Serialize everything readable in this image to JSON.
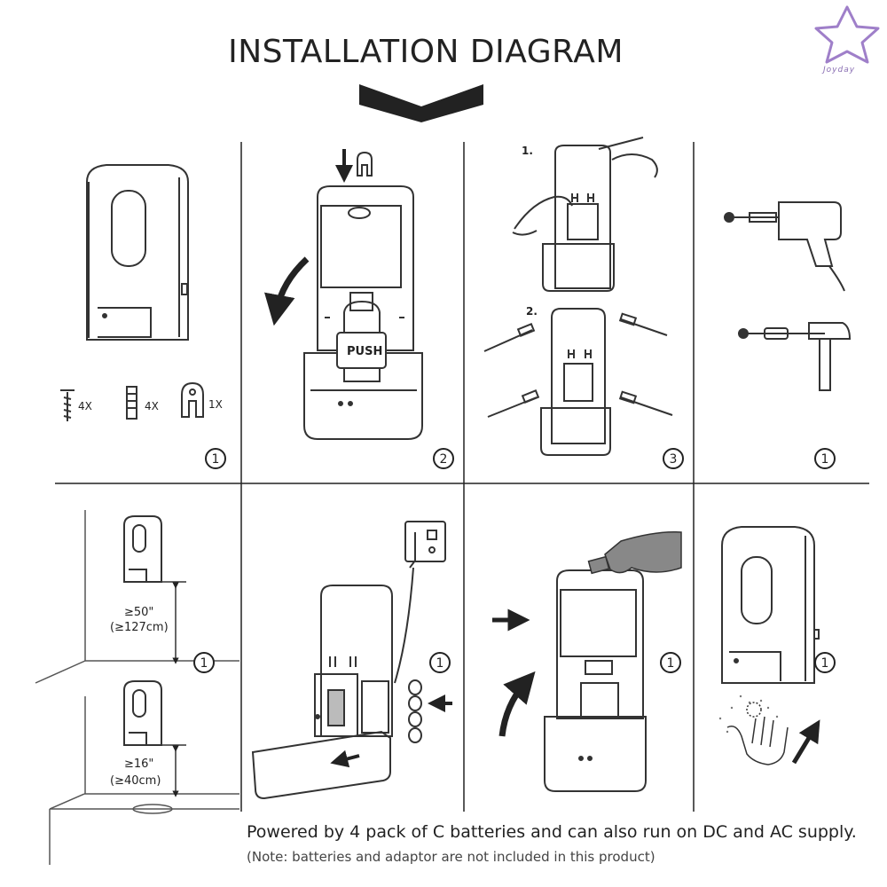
{
  "title": "INSTALLATION DIAGRAM",
  "brand": "Joyday",
  "parts": [
    {
      "name": "screw",
      "count": "4X"
    },
    {
      "name": "anchor",
      "count": "4X"
    },
    {
      "name": "key",
      "count": "1X"
    }
  ],
  "step_numbers": {
    "p1": "1",
    "p2": "2",
    "p3": "3",
    "p4": "1",
    "p5": "1",
    "p6": "1",
    "p7": "1",
    "p8": "1"
  },
  "push_label": "PUSH",
  "panel3_substeps": [
    "1.",
    "2."
  ],
  "heights": {
    "top_line1": "≥50\"",
    "top_line2": "(≥127cm)",
    "bottom_line1": "≥16\"",
    "bottom_line2": "(≥40cm)"
  },
  "note_main": "Powered by 4 pack of C batteries and can also run on DC and AC supply.",
  "note_sub": "(Note: batteries and adaptor are not included in this product)",
  "colors": {
    "ink": "#222222",
    "gray": "#6b6b6b",
    "brand": "#8a6fb3"
  }
}
